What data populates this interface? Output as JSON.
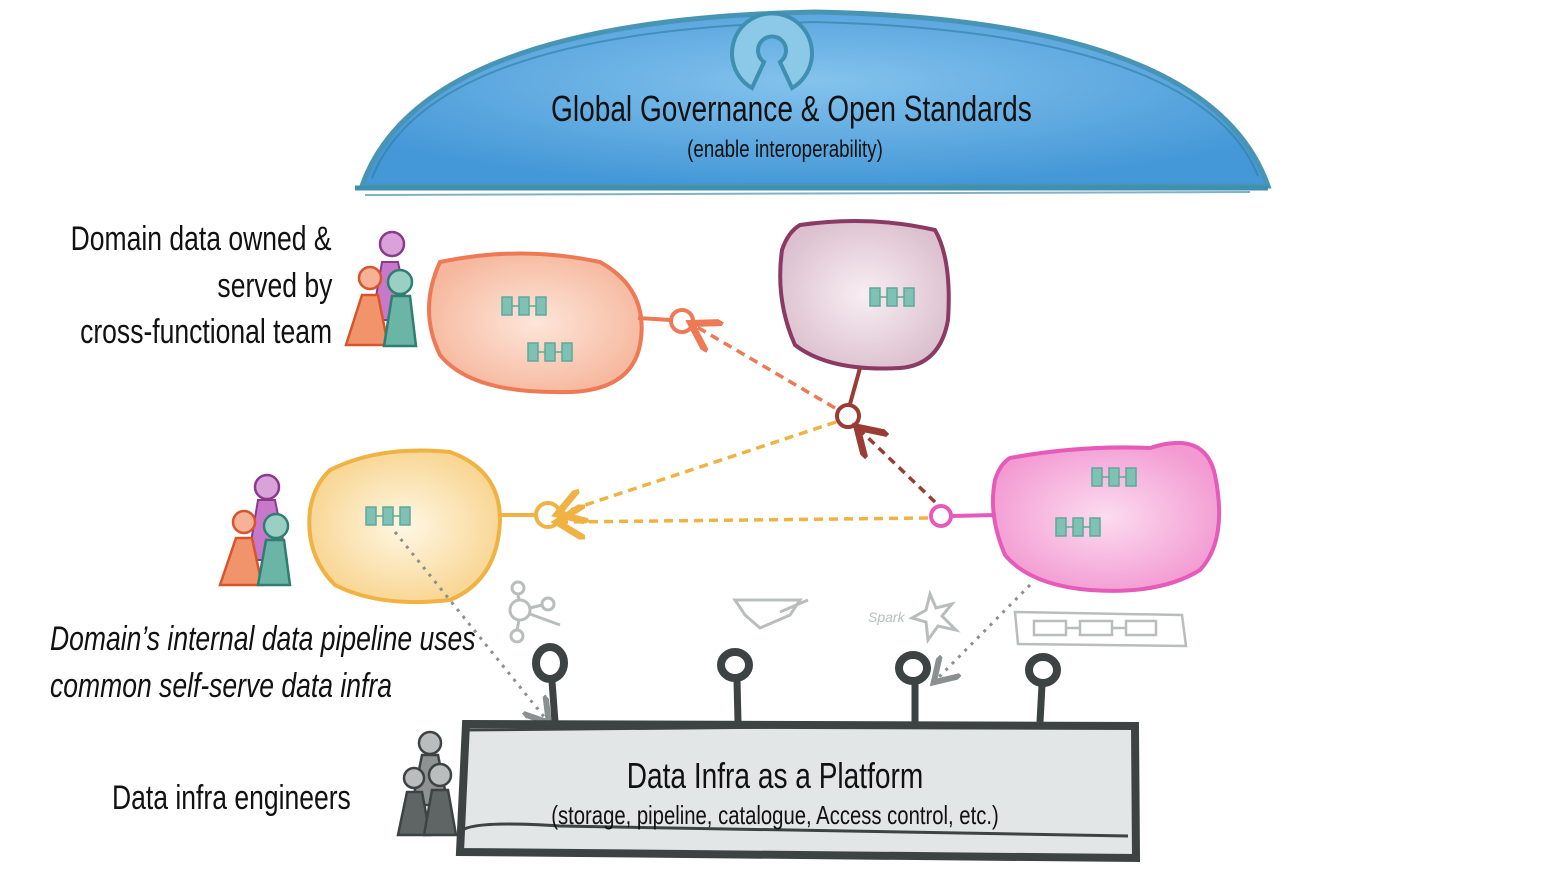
{
  "governance": {
    "title": "Global Governance & Open Standards",
    "subtitle": "(enable interoperability)"
  },
  "labels": {
    "domain_team_line1": "Domain data owned &",
    "domain_team_line2": "served by",
    "domain_team_line3": "cross-functional team",
    "pipeline_line1": "Domain’s internal data pipeline uses",
    "pipeline_line2": "common self-serve data infra",
    "infra_engineers": "Data infra engineers"
  },
  "platform": {
    "title": "Data Infra as a Platform",
    "subtitle": "(storage, pipeline, catalogue, Access control, etc.)"
  },
  "tools": {
    "spark_label": "Spark"
  },
  "colors": {
    "governance_blue": "#4a9fd8",
    "governance_outline": "#3f8fb0",
    "orange_domain": "#ee7a55",
    "purple_domain": "#8a3a63",
    "yellow_domain": "#efb243",
    "pink_domain": "#e65aba",
    "data_product": "#5fa89a",
    "platform_fill": "#e3e6e6",
    "platform_outline": "#3d4343",
    "link_brown": "#9a3c33"
  }
}
